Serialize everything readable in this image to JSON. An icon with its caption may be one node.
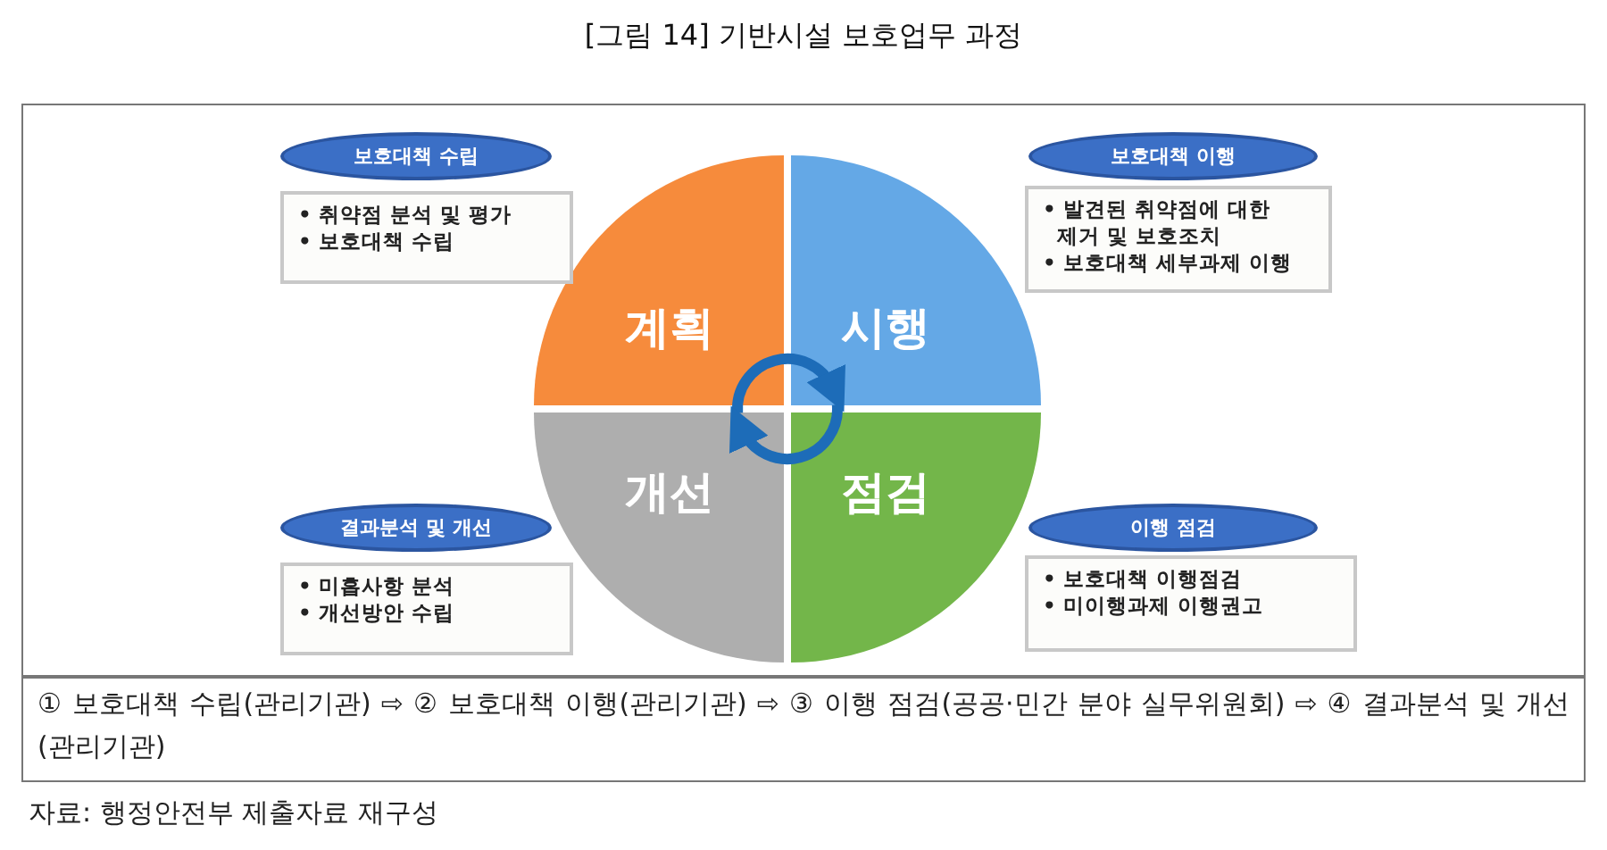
{
  "diagram": {
    "title": "[그림 14] 기반시설 보호업무 과정",
    "nodes": [
      {
        "text": [
          "계획"
        ]
      },
      {
        "text": [
          "시행"
        ]
      },
      {
        "text": [
          "개선"
        ]
      },
      {
        "text": [
          "점검"
        ]
      },
      {
        "text": [
          "보호대책 수립"
        ]
      },
      {
        "text": [
          "• 취약점 분석 및 평가",
          "• 보호대책 수립"
        ]
      },
      {
        "text": [
          "보호대책 이행"
        ]
      },
      {
        "text": [
          "• 발견된 취약점에 대한 제거 및 보호조치",
          "• 보호대책 세부과제 이행"
        ]
      },
      {
        "text": [
          "결과분석 및 개선"
        ]
      },
      {
        "text": [
          "• 미흡사항 분석",
          "• 개선방안 수립"
        ]
      },
      {
        "text": [
          "이행 점검"
        ]
      },
      {
        "text": [
          "• 보호대책 이행점검",
          "• 미이행과제 이행권고"
        ]
      },
      {
        "text": [
          "① 보호대책 수립(관리기관) ⇨ ② 보호대책 이행(관리기관) ⇨ ③ 이행 점검(공공·민간 분야 실무위원회) ⇨ ④ 결과분석 및 개선(관리기관)"
        ]
      }
    ],
    "edges": [
      {
        "from": 0,
        "to": 1,
        "arrow": "to"
      },
      {
        "from": 3,
        "to": 2,
        "arrow": "to"
      }
    ],
    "labels": [
      "자료: 행정안전부 제출자료 재구성"
    ]
  }
}
